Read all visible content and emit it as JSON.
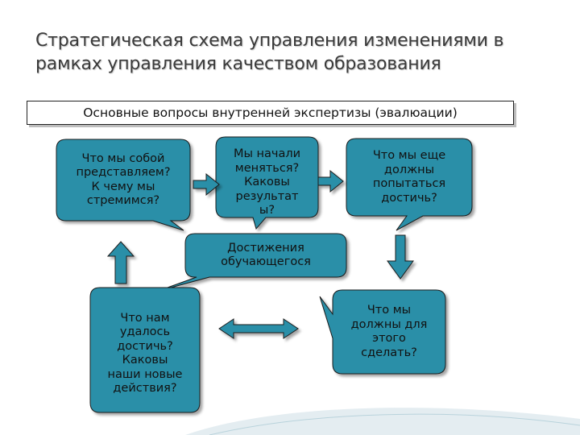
{
  "title": {
    "line1": "Стратегическая схема управления изменениями в",
    "line2": "рамках управления качеством образования"
  },
  "subtitle": "Основные вопросы внутренней экспертизы (эвалюации)",
  "colors": {
    "bubble_fill": "#2a8fa8",
    "bubble_stroke": "#1a1a1a",
    "arrow_fill": "#2a8fa8"
  },
  "bubbles": {
    "who": [
      "Что мы собой",
      "представляем?",
      "К чему мы",
      "стремимся?"
    ],
    "change": [
      "Мы начали",
      "меняться?",
      "Каковы",
      "результат",
      "ы?"
    ],
    "try": [
      "Что мы еще",
      "должны",
      "попытаться",
      "достичь?"
    ],
    "center": [
      "Достижения",
      "обучающегося"
    ],
    "achieved": [
      "Что нам",
      "удалось",
      "достичь?",
      "Каковы",
      "наши новые",
      "действия?"
    ],
    "todo": [
      "Что мы",
      "должны для",
      "этого",
      "сделать?"
    ]
  }
}
